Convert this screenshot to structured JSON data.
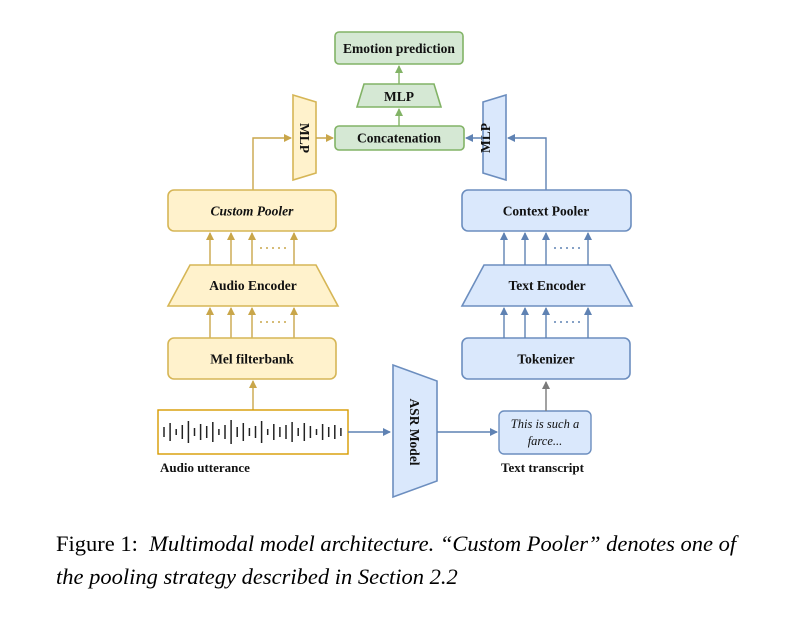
{
  "nodes": {
    "emotion_prediction": "Emotion prediction",
    "mlp_top": "MLP",
    "concatenation": "Concatenation",
    "mlp_left": "MLP",
    "mlp_right": "MLP",
    "custom_pooler": "Custom Pooler",
    "context_pooler": "Context Pooler",
    "audio_encoder": "Audio Encoder",
    "text_encoder": "Text Encoder",
    "mel_filterbank": "Mel filterbank",
    "tokenizer": "Tokenizer",
    "asr_model": "ASR Model",
    "transcript_line1": "This is such a",
    "transcript_line2": "farce...",
    "audio_utterance_label": "Audio utterance",
    "text_transcript_label": "Text transcript"
  },
  "caption": {
    "label": "Figure 1:",
    "text": "Multimodal model architecture. “Custom Pooler” denotes one of the pooling strategy described in Section 2.2"
  },
  "colors": {
    "green_fill": "#d5e8d4",
    "green_stroke": "#82b366",
    "yellow_fill": "#fff2cc",
    "yellow_stroke": "#d6b656",
    "blue_fill": "#dae8fc",
    "blue_stroke": "#6c8ebf",
    "audio_stroke": "#d79b00"
  }
}
